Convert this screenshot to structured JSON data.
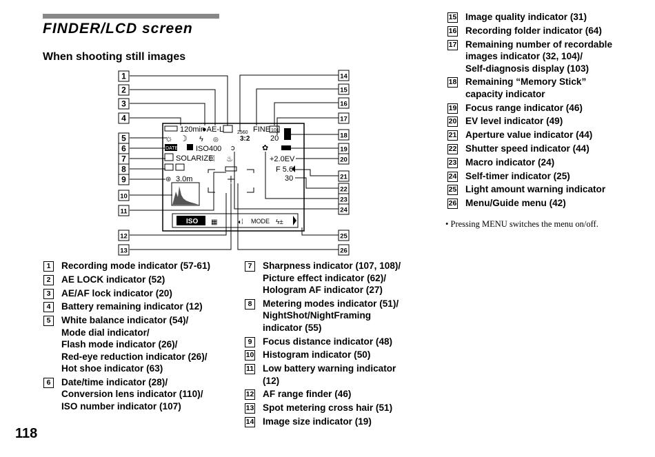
{
  "page": {
    "title": "FINDER/LCD screen",
    "subtitle": "When shooting still images",
    "page_number": "118",
    "note": "• Pressing MENU switches the menu on/off."
  },
  "lcd": {
    "battery_time": "120min",
    "ae_lock": "●AE-L",
    "image_size": "2560",
    "quality": "FINE",
    "folder": "101",
    "remaining": "20",
    "aspect": "3:2",
    "date": "DATE",
    "iso_number": "ISO400",
    "effect": "SOLARIZE",
    "ev": "+2.0EV",
    "aperture": "F 5.6",
    "shutter": "30",
    "focus_distance": "3.0m",
    "menu": [
      "ISO",
      "MODE"
    ]
  },
  "callouts_left": [
    "1",
    "2",
    "3",
    "4",
    "5",
    "6",
    "7",
    "8",
    "9",
    "10",
    "11",
    "12",
    "13"
  ],
  "callouts_right": [
    "14",
    "15",
    "16",
    "17",
    "18",
    "19",
    "20",
    "21",
    "22",
    "23",
    "24",
    "25",
    "26"
  ],
  "legend_a": [
    {
      "n": "1",
      "lines": [
        "Recording mode indicator (57-61)"
      ]
    },
    {
      "n": "2",
      "lines": [
        "AE LOCK indicator (52)"
      ]
    },
    {
      "n": "3",
      "lines": [
        "AE/AF lock indicator (20)"
      ]
    },
    {
      "n": "4",
      "lines": [
        "Battery remaining indicator (12)"
      ]
    },
    {
      "n": "5",
      "lines": [
        "White balance indicator (54)/",
        "Mode dial indicator/",
        "Flash mode indicator (26)/",
        "Red-eye reduction indicator (26)/",
        "Hot shoe indicator (63)"
      ]
    },
    {
      "n": "6",
      "lines": [
        "Date/time indicator (28)/",
        "Conversion lens indicator (110)/",
        "ISO number indicator (107)"
      ]
    }
  ],
  "legend_b": [
    {
      "n": "7",
      "lines": [
        "Sharpness indicator (107, 108)/",
        "Picture effect indicator (62)/",
        "Hologram AF indicator (27)"
      ]
    },
    {
      "n": "8",
      "lines": [
        "Metering modes indicator (51)/",
        "NightShot/NightFraming",
        "indicator (55)"
      ]
    },
    {
      "n": "9",
      "lines": [
        "Focus distance indicator (48)"
      ]
    },
    {
      "n": "10",
      "lines": [
        "Histogram indicator (50)"
      ]
    },
    {
      "n": "11",
      "lines": [
        "Low battery warning indicator",
        "(12)"
      ]
    },
    {
      "n": "12",
      "lines": [
        "AF range finder (46)"
      ]
    },
    {
      "n": "13",
      "lines": [
        "Spot metering cross hair (51)"
      ]
    },
    {
      "n": "14",
      "lines": [
        "Image size indicator (19)"
      ]
    }
  ],
  "legend_c": [
    {
      "n": "15",
      "lines": [
        "Image quality indicator (31)"
      ]
    },
    {
      "n": "16",
      "lines": [
        "Recording folder indicator (64)"
      ]
    },
    {
      "n": "17",
      "lines": [
        "Remaining number of recordable",
        "images indicator (32, 104)/",
        "Self-diagnosis display (103)"
      ]
    },
    {
      "n": "18",
      "lines": [
        "Remaining “Memory Stick”",
        "capacity indicator"
      ]
    },
    {
      "n": "19",
      "lines": [
        "Focus range indicator (46)"
      ]
    },
    {
      "n": "20",
      "lines": [
        "EV level indicator (49)"
      ]
    },
    {
      "n": "21",
      "lines": [
        "Aperture value indicator (44)"
      ]
    },
    {
      "n": "22",
      "lines": [
        "Shutter speed indicator (44)"
      ]
    },
    {
      "n": "23",
      "lines": [
        "Macro indicator (24)"
      ]
    },
    {
      "n": "24",
      "lines": [
        "Self-timer indicator (25)"
      ]
    },
    {
      "n": "25",
      "lines": [
        "Light amount warning indicator"
      ]
    },
    {
      "n": "26",
      "lines": [
        "Menu/Guide menu (42)"
      ]
    }
  ]
}
